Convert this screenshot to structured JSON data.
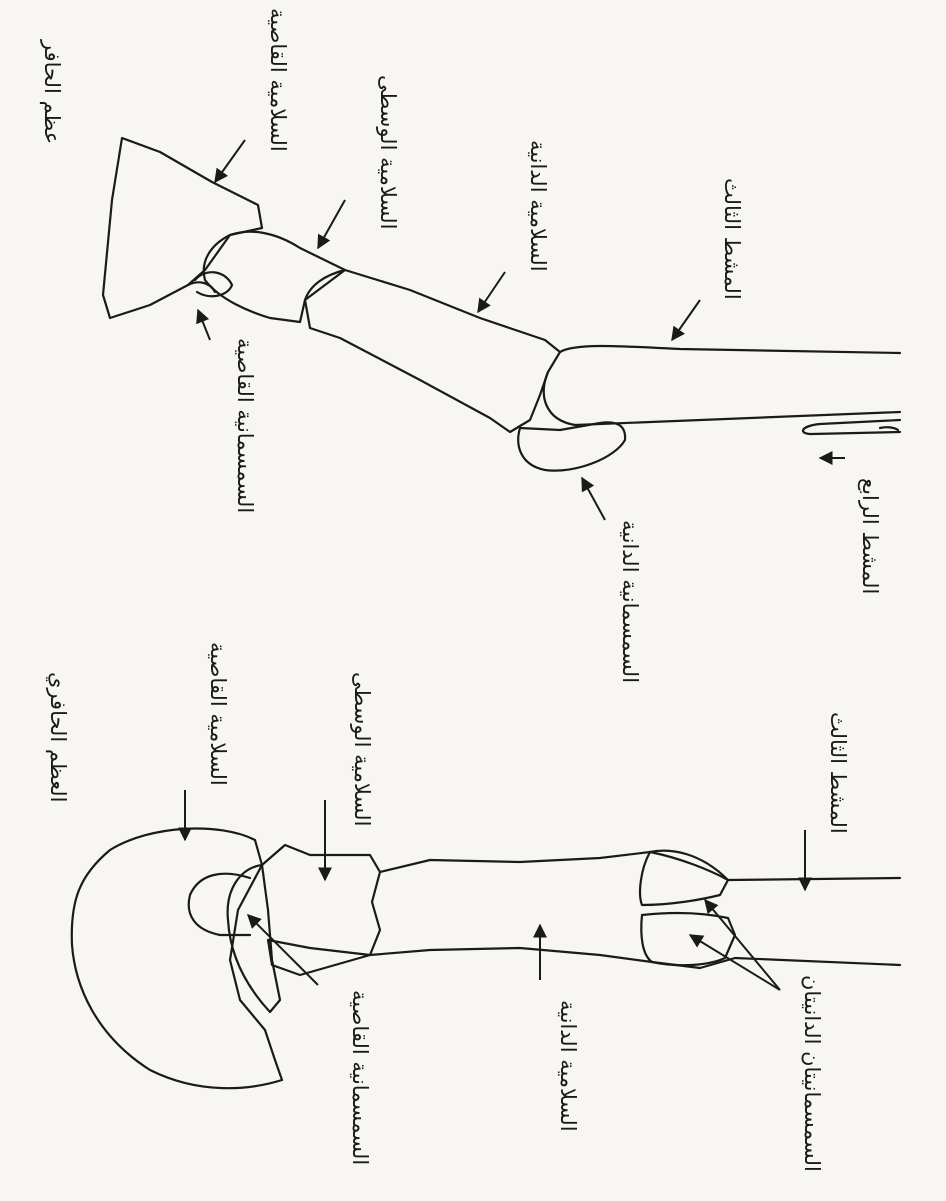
{
  "colors": {
    "paper": "#f7f6f3",
    "ink": "#1a1a1a"
  },
  "top_view_labels": {
    "distal_phalanx": "عظم الحافر",
    "navicular_bone": "السلامية القاصية",
    "middle_phalanx": "السلامية الوسطى",
    "proximal_phalanx": "السلامية الدانية",
    "metacarpal_3": "المشط الثالث",
    "metacarpal_4": "المشط الرابع",
    "distal_sesamoid": "السمسمانية القاصية",
    "proximal_sesamoid": "السمسمانية الدانية"
  },
  "bottom_view_labels": {
    "distal_phalanx": "العظم الحافري",
    "distal_phalanx_second": "السلامية القاصية",
    "middle_phalanx": "السلامية الوسطى",
    "proximal_phalanx": "السلامية الدانية",
    "metacarpal_3": "المشط الثالث",
    "navicular_bone": "السمسمانية القاصية",
    "proximal_sesamoids": "السمسمانيتان الدانيتان"
  }
}
